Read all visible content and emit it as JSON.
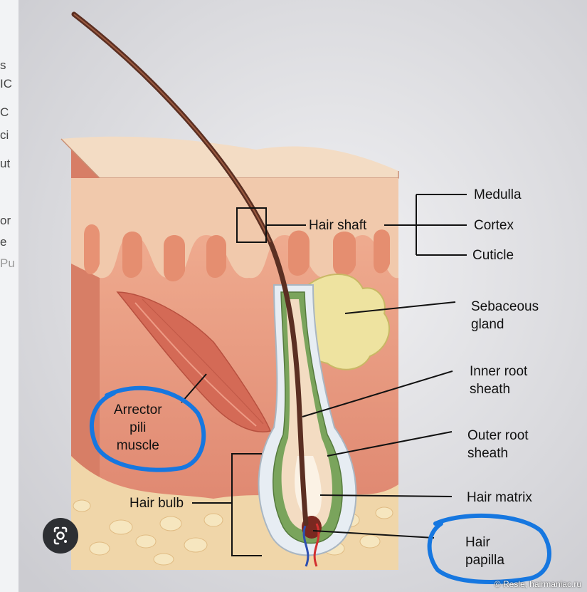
{
  "screen_fragments": {
    "line1": "s",
    "line2": "IC",
    "line3": "C",
    "line4": "ci",
    "line5": "ut",
    "line6": "or",
    "line7": "e",
    "line8": "Pu"
  },
  "labels": {
    "hair_shaft": "Hair shaft",
    "medulla": "Medulla",
    "cortex": "Cortex",
    "cuticle": "Cuticle",
    "sebaceous_gland": "Sebaceous\ngland",
    "inner_root_sheath": "Inner root\nsheath",
    "outer_root_sheath": "Outer root\nsheath",
    "hair_matrix": "Hair matrix",
    "hair_papilla": "Hair\npapilla",
    "hair_bulb": "Hair bulb",
    "arrector_pili_muscle": "Arrector\npili\nmuscle"
  },
  "icons": {
    "lens": "google-lens-icon"
  },
  "credit": "© Resle, hairmaniac.ru",
  "colors": {
    "skin_top": "#f1d8bf",
    "dermis": "#e79a7d",
    "papillae": "#f0b396",
    "fat": "#f1d8a8",
    "gland": "#ede39a",
    "hair": "#5b2f22",
    "root_sheath_green": "#6f9a54",
    "outer_sheath": "#dde6ee",
    "annotation_blue": "#1677e0"
  }
}
